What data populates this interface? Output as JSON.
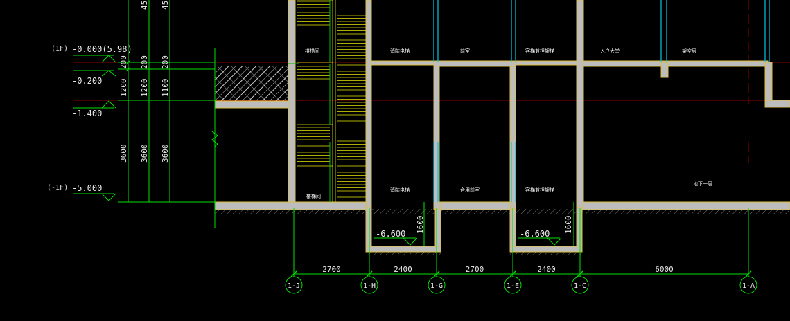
{
  "levels": {
    "f1": {
      "floor_tag": "(1F)",
      "value": "-0.000(5.98)"
    },
    "l020": {
      "value": "-0.200"
    },
    "l140": {
      "value": "-1.400"
    },
    "b1": {
      "floor_tag": "(-1F)",
      "value": "-5.000"
    },
    "pit_left": {
      "value": "-6.600"
    },
    "pit_right": {
      "value": "-6.600"
    }
  },
  "vertical_dims": {
    "col1": {
      "upper": "1200",
      "upper2": "200",
      "lower": "3600"
    },
    "col2": {
      "top": "45",
      "upper": "1200",
      "upper2": "200",
      "lower": "3600"
    },
    "col3": {
      "top": "45",
      "upper": "1100",
      "upper2": "200",
      "lower": "3600"
    },
    "pit_left": "1600",
    "pit_right": "1600"
  },
  "horizontal_dims": [
    "2700",
    "2400",
    "2700",
    "2400",
    "6000"
  ],
  "axes": [
    "1-J",
    "1-H",
    "1-G",
    "1-E",
    "1-C",
    "1-A"
  ],
  "rooms_upper": [
    "楼梯间",
    "消防电梯",
    "前室",
    "客梯兼担架梯",
    "入户大堂",
    "架空层"
  ],
  "rooms_lower": [
    "楼梯间",
    "消防电梯",
    "合用前室",
    "客梯兼担架梯",
    "地下一层"
  ],
  "colors": {
    "wall": "#c8c8c8",
    "wall_edge": "#e0c040",
    "dim_line": "#00e000",
    "axis_circle": "#00e000",
    "glass": "#00c8e8",
    "stair": "#e8e800",
    "red_line": "#c00000"
  }
}
